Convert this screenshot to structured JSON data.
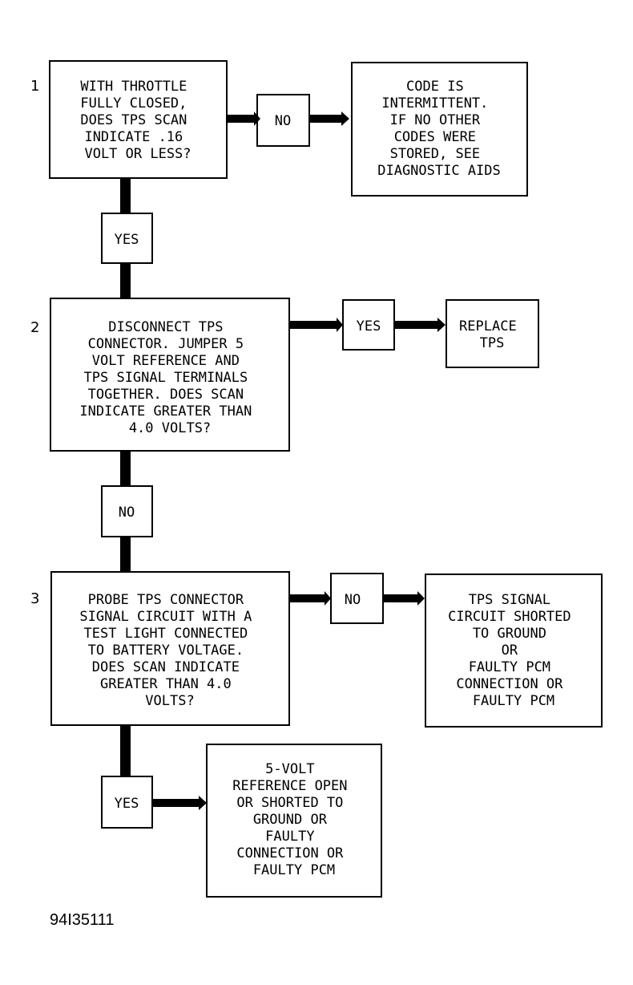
{
  "figure_id": "94I35111",
  "steps": [
    {
      "number": "1",
      "question": [
        "WITH THROTTLE",
        "FULLY CLOSED,",
        "DOES TPS SCAN",
        "INDICATE .16",
        "VOLT OR LESS?"
      ],
      "branch_right": {
        "label": "NO",
        "result": [
          "CODE IS",
          "INTERMITTENT.",
          "IF NO OTHER",
          "CODES WERE",
          "STORED, SEE",
          "DIAGNOSTIC AIDS"
        ]
      },
      "branch_down": {
        "label": "YES"
      }
    },
    {
      "number": "2",
      "question": [
        "DISCONNECT TPS",
        "CONNECTOR. JUMPER 5",
        "VOLT REFERENCE AND",
        "TPS SIGNAL TERMINALS",
        "TOGETHER. DOES SCAN",
        "INDICATE GREATER THAN",
        "4.0 VOLTS?"
      ],
      "branch_right": {
        "label": "YES",
        "result": [
          "REPLACE",
          "TPS"
        ]
      },
      "branch_down": {
        "label": "NO"
      }
    },
    {
      "number": "3",
      "question": [
        "PROBE TPS CONNECTOR",
        "SIGNAL CIRCUIT WITH A",
        "TEST LIGHT CONNECTED",
        "TO BATTERY VOLTAGE.",
        "DOES SCAN INDICATE",
        "GREATER THAN 4.0",
        "VOLTS?"
      ],
      "branch_right": {
        "label": "NO",
        "result": [
          "TPS SIGNAL",
          "CIRCUIT SHORTED",
          "TO GROUND",
          "OR",
          "FAULTY PCM",
          "CONNECTION OR",
          "FAULTY PCM"
        ]
      },
      "branch_down": {
        "label": "YES",
        "result": [
          "5-VOLT",
          "REFERENCE OPEN",
          "OR SHORTED TO",
          "GROUND OR",
          "FAULTY",
          "CONNECTION OR",
          "FAULTY PCM"
        ]
      }
    }
  ]
}
